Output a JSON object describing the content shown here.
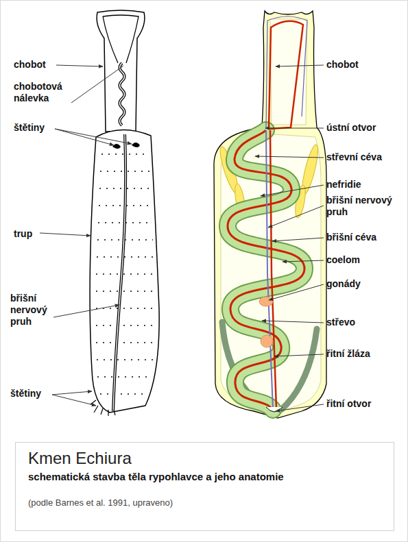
{
  "diagram": {
    "nodes": [
      {
        "text": [
          "Kmen Echiura",
          "schematická stavba těla rypohlavce a jeho anatomie",
          "(podle Barnes et al. 1991, upraveno)"
        ]
      }
    ],
    "labels": [
      "chobot",
      "chobotová nálevka",
      "štětiny",
      "trup",
      "břišní nervový pruh",
      "štětiny",
      "chobot",
      "ústní otvor",
      "střevní céva",
      "nefridie",
      "břišní nervový pruh",
      "břišní céva",
      "coelom",
      "gonády",
      "střevo",
      "řitní žláza",
      "řitní otvor"
    ]
  }
}
